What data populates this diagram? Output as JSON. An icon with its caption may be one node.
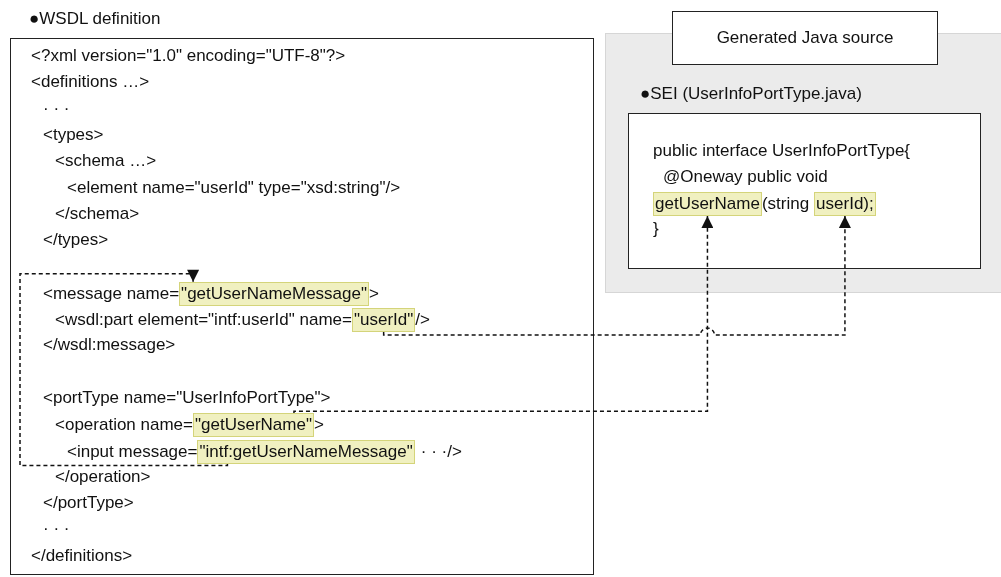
{
  "diagram": {
    "nodes": [
      {
        "text": [
          "●WSDL definition"
        ]
      },
      {
        "text": [
          "\"getUserNameMessage\""
        ],
        "in": 0
      },
      {
        "text": [
          "\"userId\""
        ],
        "in": 0
      },
      {
        "text": [
          "\"getUserName\""
        ],
        "in": 0
      },
      {
        "text": [
          "\"intf:getUserNameMessage\""
        ],
        "in": 0
      },
      {
        "text": [],
        "shape": "box"
      },
      {
        "text": [
          "Generated Java source"
        ]
      },
      {
        "text": [
          "●SEI (UserInfoPortType.java)"
        ],
        "in": 5
      },
      {
        "text": [
          "getUserName"
        ],
        "in": 7
      },
      {
        "text": [
          "userId);"
        ],
        "in": 7
      }
    ],
    "edges": [
      {
        "from": 4,
        "to": 1,
        "arrow": "to",
        "style": "dashed"
      },
      {
        "from": 2,
        "to": 9,
        "arrow": "to",
        "style": "dashed"
      },
      {
        "from": 3,
        "to": 8,
        "arrow": "to",
        "style": "dashed"
      }
    ],
    "labels": [
      "<?xml version=\"1.0\" encoding=\"UTF-8\"?>",
      "<definitions …>",
      "· · ·",
      "<types>",
      "<schema …>",
      "<element name=\"userId\" type=\"xsd:string\"/>",
      "</schema>",
      "</types>",
      "<message name=",
      ">",
      "<wsdl:part element=\"intf:userId\" name=",
      "/>",
      "</wsdl:message>",
      "<portType name=\"UserInfoPortType\">",
      "<operation name=",
      ">",
      "<input message=",
      "· · ·/>",
      "</operation>",
      "</portType>",
      "· · ·",
      "</definitions>",
      "public interface UserInfoPortType{",
      "@Oneway public void",
      "(string",
      "}"
    ]
  }
}
